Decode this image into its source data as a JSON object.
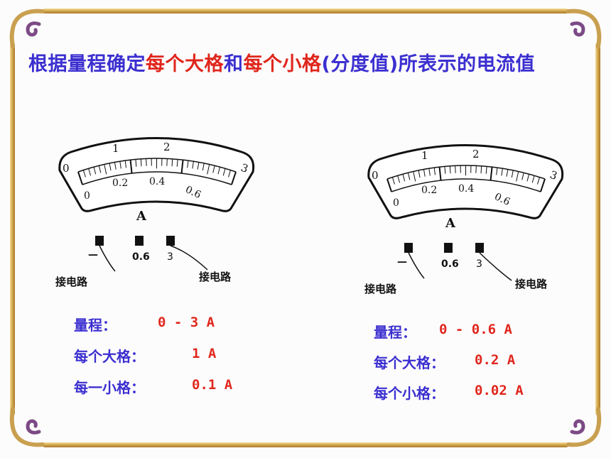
{
  "title": {
    "part1": "根据量程确定",
    "part2": "每个大格",
    "part3": "和",
    "part4": "每个小格",
    "part5": "(分度值)所表示的电流值"
  },
  "meter_labels": {
    "upper_scale": [
      "0",
      "1",
      "2",
      "3"
    ],
    "lower_scale": [
      "0",
      "0.2",
      "0.4",
      "0.6"
    ],
    "unit": "A",
    "terminal_minus": "—",
    "terminal_06": "0.6",
    "terminal_3": "3",
    "connect_left": "接电路",
    "connect_right": "接电路"
  },
  "left_info": {
    "range_label": "量程：",
    "range_value": "0 - 3 A",
    "big_label": "每个大格：",
    "big_value": "1 A",
    "small_label": "每一小格：",
    "small_value": "0.1 A"
  },
  "right_info": {
    "range_label": "量程：",
    "range_value": "0 - 0.6 A",
    "big_label": "每个大格：",
    "big_value": "0.2 A",
    "small_label": "每个小格：",
    "small_value": "0.02 A"
  },
  "colors": {
    "blue": "#3b2fd0",
    "red": "#e0261c",
    "frame_gold": "#d8b25a",
    "frame_purple": "#7c4a86"
  }
}
